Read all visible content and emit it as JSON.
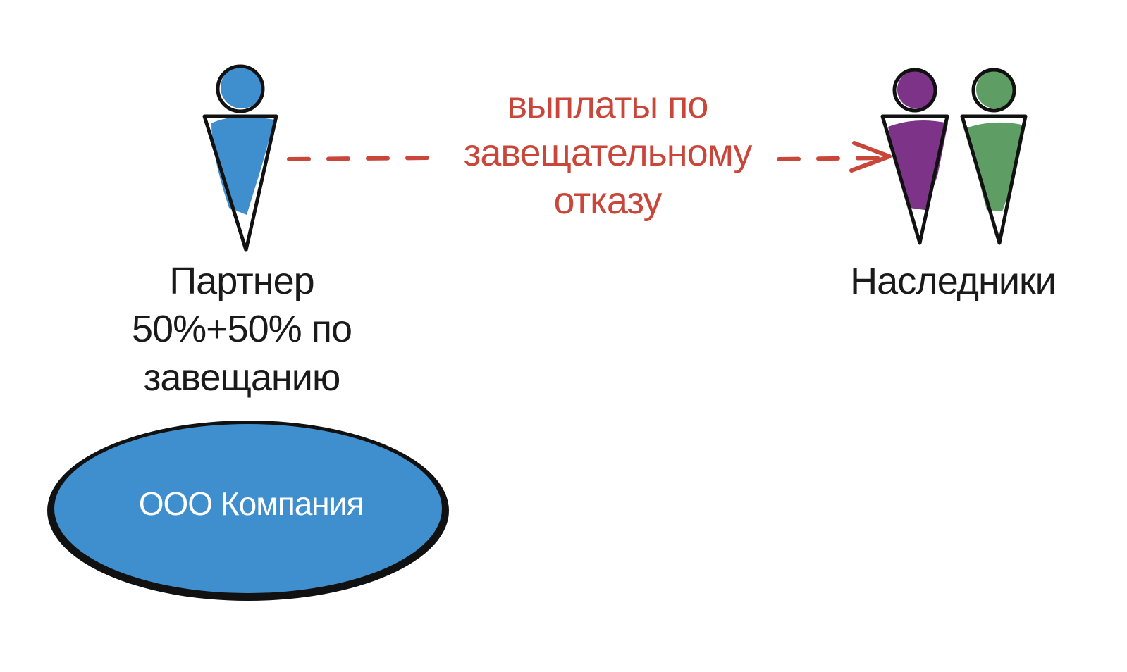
{
  "colors": {
    "partner": "#3f8fce",
    "heir1": "#7d3388",
    "heir2": "#5e9e64",
    "arrow": "#c9473a",
    "company": "#3f8fce"
  },
  "arrow_label": [
    "выплаты по",
    "завещательному",
    "отказу"
  ],
  "partner": {
    "label": [
      "Партнер",
      "50%+50% по",
      "завещанию"
    ]
  },
  "heirs": {
    "label": "Наследники"
  },
  "company": {
    "label": "ООО Компания"
  }
}
